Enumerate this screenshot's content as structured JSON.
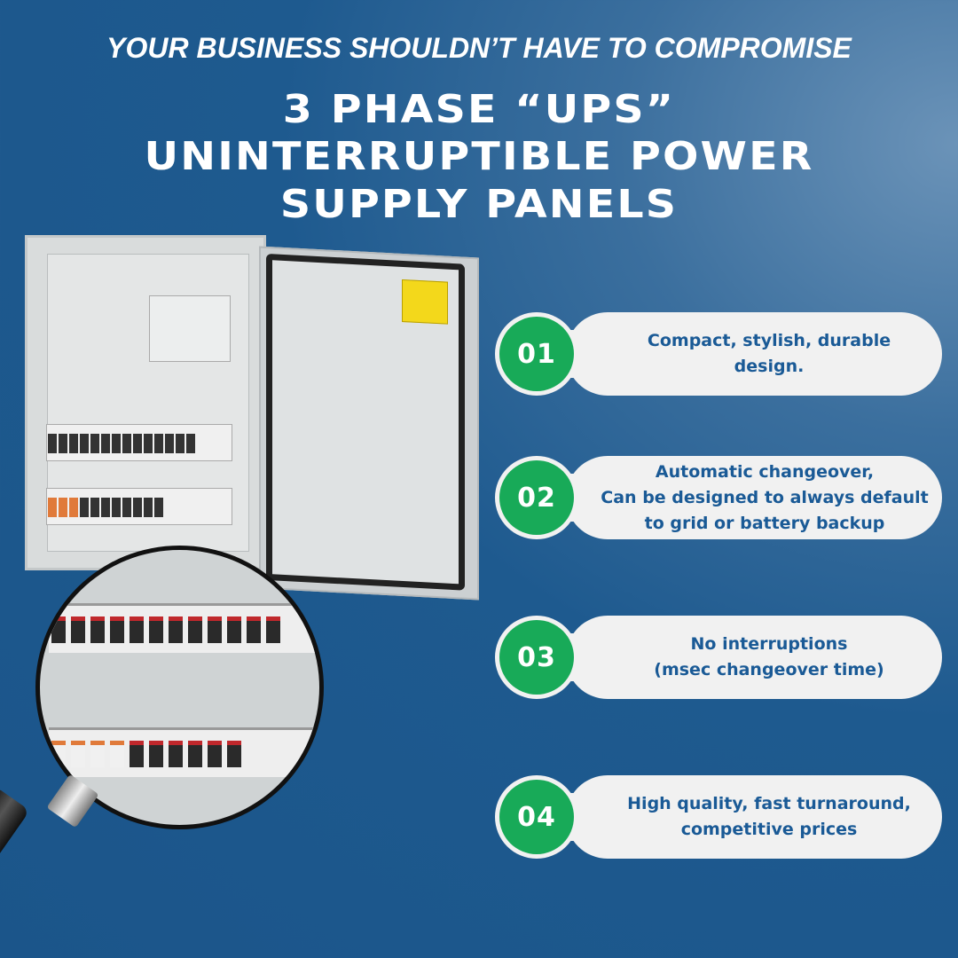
{
  "tagline": "YOUR BUSINESS SHOULDN’T HAVE TO COMPROMISE",
  "heading": [
    "3 PHASE “UPS”",
    "UNINTERRUPTIBLE POWER",
    "SUPPLY PANELS"
  ],
  "features": [
    {
      "number": "01",
      "lines": [
        "Compact, stylish, durable",
        "design."
      ]
    },
    {
      "number": "02",
      "lines": [
        "Automatic changeover,",
        "Can be designed to always default",
        "to grid or battery backup"
      ]
    },
    {
      "number": "03",
      "lines": [
        "No interruptions",
        "(msec changeover time)"
      ]
    },
    {
      "number": "04",
      "lines": [
        "High quality, fast turnaround,",
        "competitive prices"
      ]
    }
  ],
  "colors": {
    "background": "#1b558a",
    "badge": "#18aa58",
    "pill": "#f1f1f1",
    "text": "#1a5a96"
  }
}
